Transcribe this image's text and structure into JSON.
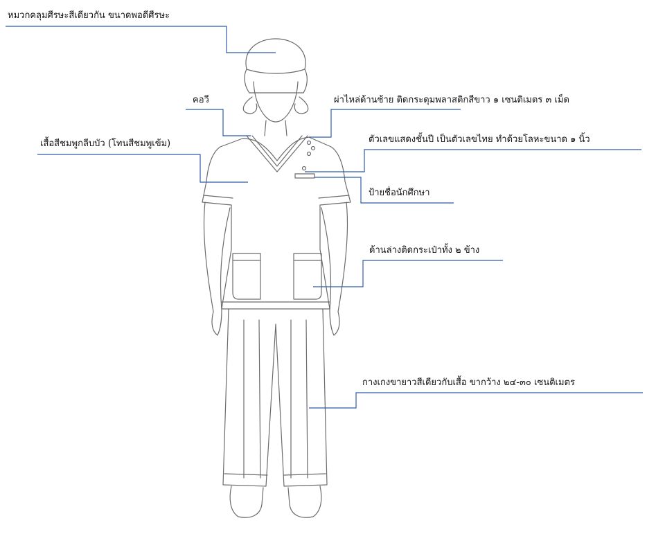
{
  "labels": {
    "cap": "หมวกคลุมศีรษะสีเดียวกัน ขนาดพอดีศีรษะ",
    "v_neck": "คอวี",
    "shirt": "เสื้อสีชมพูกลีบบัว (โทนสีชมพูเข้ม)",
    "shoulder": "ผ่าไหล่ด้านซ้าย ติดกระดุมพลาสติกสีขาว ๑ เซนติเมตร ๓ เม็ด",
    "year_number": "ตัวเลขแสดงชั้นปี เป็นตัวเลขไทย ทำด้วยโลหะขนาด ๑ นิ้ว",
    "name_tag": "ป้ายชื่อนักศึกษา",
    "pockets": "ด้านล่างติดกระเป๋าทั้ง ๒ ข้าง",
    "pants": "กางเกงขายาวสีเดียวกับเสื้อ ขากว้าง ๒๔-๓๐ เซนติเมตร"
  },
  "colors": {
    "leader_line": "#2f5aa8",
    "outline": "#6b6b6b"
  }
}
